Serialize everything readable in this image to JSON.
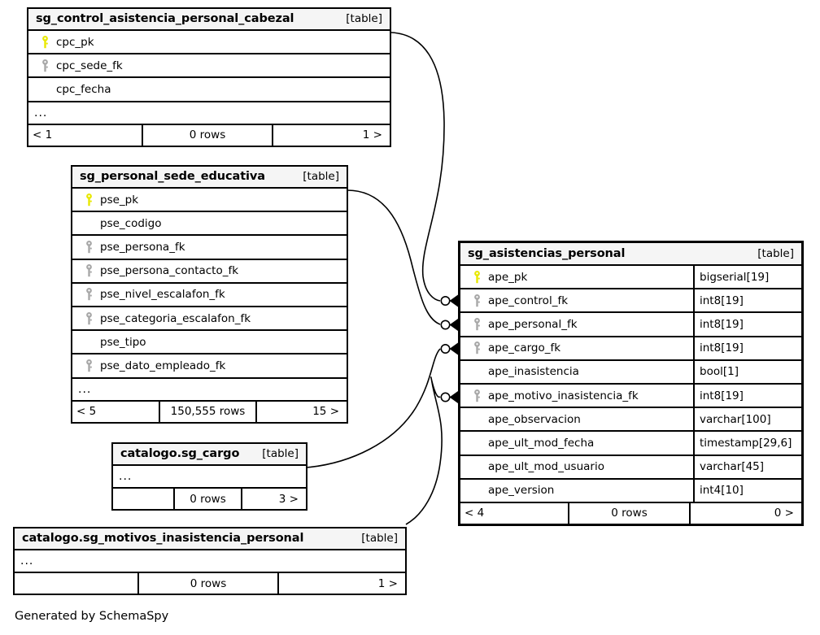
{
  "diagram": {
    "caption": "Generated by SchemaSpy",
    "table_kind_label": "[table]",
    "ellipsis": "...",
    "rows_suffix": "rows",
    "colors": {
      "background": "#ffffff",
      "header_fill": "#f5f5f5",
      "border": "#000000",
      "primary_key": "#e8e800",
      "foreign_key": "#a8a8a8"
    }
  },
  "tables": [
    {
      "id": "sg_control_asistencia_personal_cabezal",
      "name": "sg_control_asistencia_personal_cabezal",
      "kind": "[table]",
      "focal": false,
      "columns": [
        {
          "name": "cpc_pk",
          "key": "primary",
          "type": ""
        },
        {
          "name": "cpc_sede_fk",
          "key": "foreign",
          "type": ""
        },
        {
          "name": "cpc_fecha",
          "key": "none",
          "type": ""
        }
      ],
      "has_more": true,
      "footer": {
        "prev": "< 1",
        "rows": "0 rows",
        "next": "1 >"
      }
    },
    {
      "id": "sg_personal_sede_educativa",
      "name": "sg_personal_sede_educativa",
      "kind": "[table]",
      "focal": false,
      "columns": [
        {
          "name": "pse_pk",
          "key": "primary",
          "type": ""
        },
        {
          "name": "pse_codigo",
          "key": "none",
          "type": ""
        },
        {
          "name": "pse_persona_fk",
          "key": "foreign",
          "type": ""
        },
        {
          "name": "pse_persona_contacto_fk",
          "key": "foreign",
          "type": ""
        },
        {
          "name": "pse_nivel_escalafon_fk",
          "key": "foreign",
          "type": ""
        },
        {
          "name": "pse_categoria_escalafon_fk",
          "key": "foreign",
          "type": ""
        },
        {
          "name": "pse_tipo",
          "key": "none",
          "type": ""
        },
        {
          "name": "pse_dato_empleado_fk",
          "key": "foreign",
          "type": ""
        }
      ],
      "has_more": true,
      "footer": {
        "prev": "< 5",
        "rows": "150,555 rows",
        "next": "15 >"
      }
    },
    {
      "id": "catalogo.sg_cargo",
      "name": "catalogo.sg_cargo",
      "kind": "[table]",
      "focal": false,
      "columns": [],
      "has_more": true,
      "footer": {
        "prev": "",
        "rows": "0 rows",
        "next": "3 >"
      }
    },
    {
      "id": "catalogo.sg_motivos_inasistencia_personal",
      "name": "catalogo.sg_motivos_inasistencia_personal",
      "kind": "[table]",
      "focal": false,
      "columns": [],
      "has_more": true,
      "footer": {
        "prev": "",
        "rows": "0 rows",
        "next": "1 >"
      }
    },
    {
      "id": "sg_asistencias_personal",
      "name": "sg_asistencias_personal",
      "kind": "[table]",
      "focal": true,
      "columns": [
        {
          "name": "ape_pk",
          "key": "primary",
          "type": "bigserial[19]"
        },
        {
          "name": "ape_control_fk",
          "key": "foreign",
          "type": "int8[19]"
        },
        {
          "name": "ape_personal_fk",
          "key": "foreign",
          "type": "int8[19]"
        },
        {
          "name": "ape_cargo_fk",
          "key": "foreign",
          "type": "int8[19]"
        },
        {
          "name": "ape_inasistencia",
          "key": "none",
          "type": "bool[1]"
        },
        {
          "name": "ape_motivo_inasistencia_fk",
          "key": "foreign",
          "type": "int8[19]"
        },
        {
          "name": "ape_observacion",
          "key": "none",
          "type": "varchar[100]"
        },
        {
          "name": "ape_ult_mod_fecha",
          "key": "none",
          "type": "timestamp[29,6]"
        },
        {
          "name": "ape_ult_mod_usuario",
          "key": "none",
          "type": "varchar[45]"
        },
        {
          "name": "ape_version",
          "key": "none",
          "type": "int4[10]"
        }
      ],
      "has_more": false,
      "footer": {
        "prev": "< 4",
        "rows": "0 rows",
        "next": "0 >"
      }
    }
  ],
  "relationships": [
    {
      "from_table": "sg_control_asistencia_personal_cabezal",
      "from_column": "cpc_pk",
      "to_table": "sg_asistencias_personal",
      "to_column": "ape_control_fk"
    },
    {
      "from_table": "sg_personal_sede_educativa",
      "from_column": "pse_pk",
      "to_table": "sg_asistencias_personal",
      "to_column": "ape_personal_fk"
    },
    {
      "from_table": "catalogo.sg_cargo",
      "from_column": "",
      "to_table": "sg_asistencias_personal",
      "to_column": "ape_cargo_fk"
    },
    {
      "from_table": "catalogo.sg_motivos_inasistencia_personal",
      "from_column": "",
      "to_table": "sg_asistencias_personal",
      "to_column": "ape_motivo_inasistencia_fk"
    }
  ]
}
